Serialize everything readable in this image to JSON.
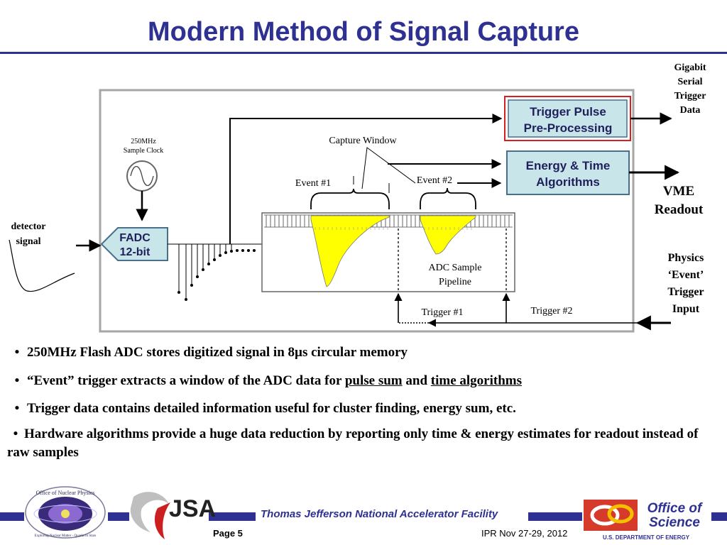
{
  "slide": {
    "title": "Modern Method of Signal Capture"
  },
  "diagram": {
    "sample_clock": [
      "250MHz",
      "Sample Clock"
    ],
    "fadc": [
      "FADC",
      "12-bit"
    ],
    "detector_signal": [
      "detector",
      "signal"
    ],
    "capture_window": "Capture Window",
    "event1": "Event #1",
    "event2": "Event #2",
    "trigger_pulse_box": [
      "Trigger Pulse",
      "Pre-Processing"
    ],
    "energy_time_box": [
      "Energy & Time",
      "Algorithms"
    ],
    "adc_pipeline": [
      "ADC Sample",
      "Pipeline"
    ],
    "trigger1": "Trigger #1",
    "trigger2": "Trigger #2",
    "gigabit": [
      "Gigabit",
      "Serial",
      "Trigger",
      "Data"
    ],
    "vme": [
      "VME",
      "Readout"
    ],
    "physics": [
      "Physics",
      "‘Event’",
      "Trigger",
      "Input"
    ],
    "colors": {
      "accent": "#2e3192",
      "box_fill": "#c8e6ea",
      "box_border": "#4a6f8a",
      "trigger_border": "#d42020",
      "pulse_fill": "#ffff00"
    }
  },
  "bullets": {
    "b1": "250MHz Flash ADC stores digitized signal in 8µs circular memory",
    "b2_pre": "“Event” trigger extracts a window of the ADC data for ",
    "b2_u1": "pulse sum",
    "b2_mid": " and ",
    "b2_u2": "time algorithms",
    "b3": "Trigger data contains detailed information useful for cluster finding, energy sum, etc.",
    "b4": "Hardware algorithms provide a huge data reduction by reporting only time & energy estimates for readout instead of raw samples",
    "marker": "•"
  },
  "footer": {
    "lab": "Thomas Jefferson National Accelerator Facility",
    "page": "Page 5",
    "conference": "IPR  Nov 27-29, 2012",
    "nuclear_logo": [
      "Office of Nuclear Physics",
      "Exploring Nuclear Matter - Quarks to Stars"
    ],
    "jsa_logo": "JSA",
    "science_logo": [
      "Office of",
      "Science"
    ],
    "doe_text": "U.S. DEPARTMENT OF ENERGY"
  }
}
